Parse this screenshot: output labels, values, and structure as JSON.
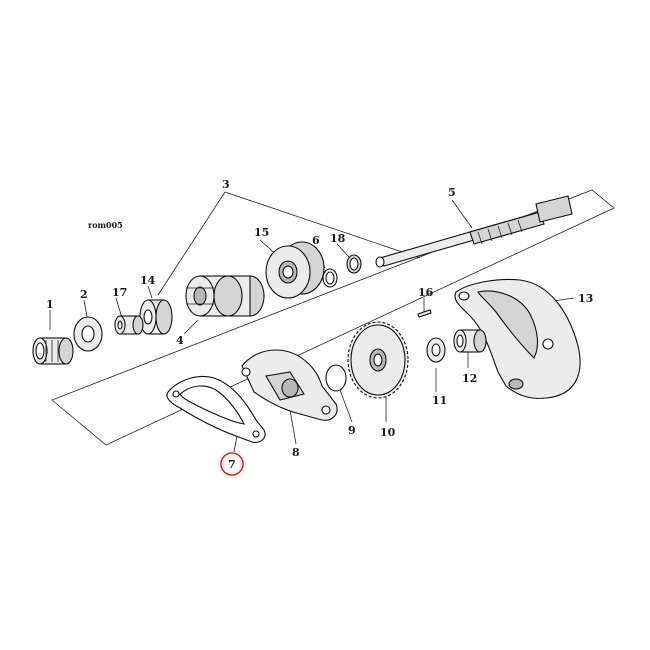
{
  "diagram": {
    "reference_code": "rom005",
    "highlight_color": "#e0202a",
    "highlighted_part": "7",
    "labels": {
      "p1": "1",
      "p2": "2",
      "p3": "3",
      "p4": "4",
      "p5": "5",
      "p6": "6",
      "p7": "7",
      "p8": "8",
      "p9": "9",
      "p10": "10",
      "p11": "11",
      "p12": "12",
      "p13": "13",
      "p14": "14",
      "p15": "15",
      "p16": "16",
      "p17": "17",
      "p18": "18"
    }
  }
}
